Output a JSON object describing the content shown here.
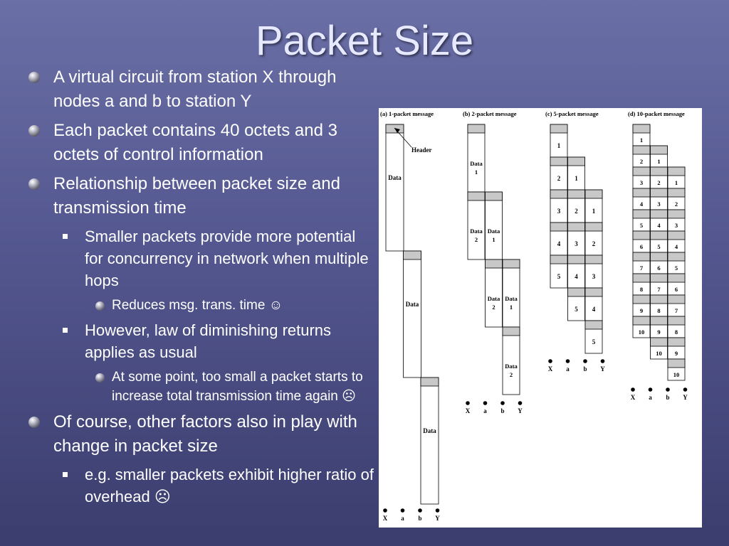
{
  "slide": {
    "title": "Packet Size",
    "bullets": [
      {
        "text": "A virtual circuit from station X through nodes a and b to station Y"
      },
      {
        "text": "Each packet contains 40 octets and 3 octets of control information"
      },
      {
        "text": "Relationship between packet size and transmission time"
      },
      {
        "text": "Smaller packets provide more potential for concurrency in network when multiple hops"
      },
      {
        "text": "Reduces msg. trans. time ☺"
      },
      {
        "text": "However, law of diminishing returns applies as usual"
      },
      {
        "text": "At some point, too small a packet starts to increase total transmission time again ☹"
      },
      {
        "text": "Of course, other factors also in play with change in packet size"
      },
      {
        "text": "e.g. smaller packets exhibit higher ratio of overhead ☹"
      }
    ]
  },
  "figure": {
    "panels": [
      {
        "title": "(a) 1-packet message",
        "header_label": "Header",
        "data_label": "Data"
      },
      {
        "title": "(b) 2-packet message",
        "data_label": "Data"
      },
      {
        "title": "(c) 5-packet message"
      },
      {
        "title": "(d) 10-packet message"
      }
    ],
    "nodes": [
      "X",
      "a",
      "b",
      "Y"
    ]
  }
}
